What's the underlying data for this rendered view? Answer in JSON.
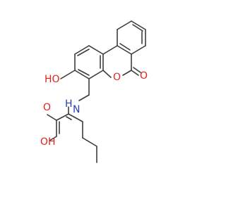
{
  "molecule": {
    "colors": {
      "bond": "#3c3c3c",
      "O": "#e3231f",
      "N": "#2a3ea8",
      "background": "#ffffff"
    },
    "atom_labels": [
      {
        "id": "oh-phenol",
        "text": "HO",
        "element": "O"
      },
      {
        "id": "o-ring",
        "text": "O",
        "element": "O"
      },
      {
        "id": "o-carbonyl",
        "text": "O",
        "element": "O"
      },
      {
        "id": "nh",
        "text": "H",
        "element": "N",
        "suffix": "N"
      },
      {
        "id": "o-acid-carbonyl",
        "text": "O",
        "element": "O"
      },
      {
        "id": "oh-acid",
        "text": "OH",
        "element": "O"
      }
    ]
  }
}
